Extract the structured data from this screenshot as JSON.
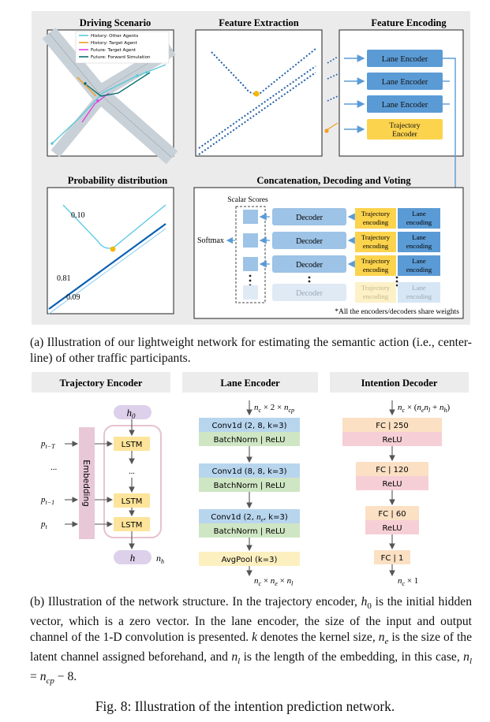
{
  "panel_a": {
    "titles": {
      "driving_scenario": "Driving Scenario",
      "feature_extraction": "Feature Extraction",
      "feature_encoding": "Feature Encoding",
      "probability": "Probability distribution",
      "concat": "Concatenation, Decoding and Voting"
    },
    "legend": [
      {
        "label": "History: Other Agents",
        "color": "#5bc8d8"
      },
      {
        "label": "History: Target Agent",
        "color": "#f0a020"
      },
      {
        "label": "Future: Target Agent",
        "color": "#e040e0"
      },
      {
        "label": "Future: Forward Simulation",
        "color": "#0a7070"
      }
    ],
    "encoders": {
      "lane": "Lane Encoder",
      "trajectory": "Trajectory Encoder"
    },
    "probabilities": {
      "p1": "0.10",
      "p2": "0.81",
      "p3": "0.09"
    },
    "scalar_scores": "Scalar Scores",
    "softmax": "Softmax",
    "decoder": "Decoder",
    "traj_encoding": "Trajectory encoding",
    "lane_encoding": "Lane encoding",
    "footnote": "*All the encoders/decoders share weights"
  },
  "panel_b": {
    "traj": {
      "title": "Trajectory Encoder",
      "h0": "h0",
      "h": "h",
      "nh": "nh",
      "embedding": "Embedding",
      "lstm": "LSTM",
      "inputs": [
        "pt−T",
        "...",
        "pt−1",
        "pt"
      ]
    },
    "lane": {
      "title": "Lane Encoder",
      "input_dim": "nc × 2 × ncp",
      "blocks": [
        {
          "conv": "Conv1d (2, 8, k=3)",
          "norm": "BatchNorm | ReLU"
        },
        {
          "conv": "Conv1d (8, 8, k=3)",
          "norm": "BatchNorm | ReLU"
        },
        {
          "conv": "Conv1d (2, ne, k=3)",
          "norm": "BatchNorm | ReLU"
        }
      ],
      "pool": "AvgPool (k=3)",
      "output_dim": "nc × ne × nl"
    },
    "intent": {
      "title": "Intention Decoder",
      "input_dim": "nc × (ne nl + nh)",
      "blocks": [
        {
          "fc": "FC | 250",
          "act": "ReLU"
        },
        {
          "fc": "FC | 120",
          "act": "ReLU"
        },
        {
          "fc": "FC | 60",
          "act": "ReLU"
        }
      ],
      "final": "FC | 1",
      "output_dim": "nc × 1"
    }
  },
  "captions": {
    "a": "(a) Illustration of our lightweight network for estimating the semantic action (i.e., center-line) of other traffic participants.",
    "b": "(b) Illustration of the network structure. In the trajectory encoder, h0 is the initial hidden vector, which is a zero vector. In the lane encoder, the size of the input and output channel of the 1-D convolution is presented. k denotes the kernel size, ne is the size of the latent channel assigned beforehand, and nl is the length of the embedding, in this case, nl = ncp − 8.",
    "fig": "Fig. 8: Illustration of the intention prediction network."
  },
  "colors": {
    "panel_bg": "#ebebeb",
    "lane_blue": "#5b9bd5",
    "traj_yellow": "#fcd34d",
    "decoder_blue": "#9dc3e6",
    "conv_blue": "#b8d5ee",
    "norm_green": "#cfe6c4",
    "fc_orange": "#fbe0c4",
    "relu_pink": "#f6cfd6",
    "lstm_yellow": "#fde49a",
    "embed_pink": "#e8c8d6",
    "pool_yellow": "#fdf0c0"
  }
}
